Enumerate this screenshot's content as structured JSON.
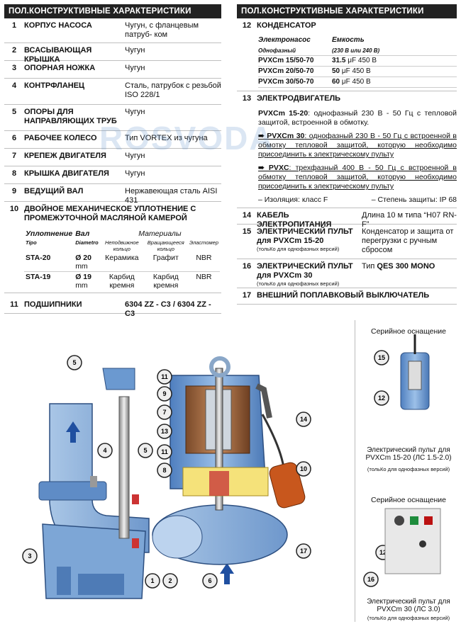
{
  "left": {
    "header_num": "ПОЛ.",
    "header_title": "КОНСТРУКТИВНЫЕ ХАРАКТЕРИСТИКИ",
    "rows": [
      {
        "n": "1",
        "t": "КОРПУС НАСОСА",
        "v": "Чугун, с фланцевым патруб- ком"
      },
      {
        "n": "2",
        "t": "ВСАСЫВАЮЩАЯ КРЫШКА",
        "v": "Чугун"
      },
      {
        "n": "3",
        "t": "ОПОРНАЯ НОЖКА",
        "v": "Чугун"
      },
      {
        "n": "4",
        "t": "КОНТРФЛАНЕЦ",
        "v": "Сталь, патрубок с резьбой ISO 228/1"
      },
      {
        "n": "5",
        "t": "ОПОРЫ ДЛЯ НАПРАВЛЯЮЩИХ ТРУБ",
        "v": "Чугун"
      },
      {
        "n": "6",
        "t": "РАБОЧЕЕ КОЛЕСО",
        "v": "Тип VORTEX из чугуна"
      },
      {
        "n": "7",
        "t": "КРЕПЕЖ ДВИГАТЕЛЯ",
        "v": "Чугун"
      },
      {
        "n": "8",
        "t": "КРЫШКА ДВИГАТЕЛЯ",
        "v": "Чугун"
      },
      {
        "n": "9",
        "t": "ВЕДУЩИЙ ВАЛ",
        "v": "Нержавеющая сталь AISI 431"
      }
    ],
    "row10": {
      "n": "10",
      "t": "ДВОЙНОЕ МЕХАНИЧЕСКОЕ УПЛОТНЕНИЕ С ПРОМЕЖУТОЧНОЙ МАСЛЯНОЙ КАМЕРОЙ",
      "h_seal": "Уплотнение",
      "h_shaft": "Вал",
      "h_mat": "Материалы",
      "h_tipo": "Tipo",
      "h_diam": "Diametro",
      "h_fixed": "Неподвижное кольцо",
      "h_rot": "Вращающееся кольцо",
      "h_elast": "Эластомер",
      "rows": [
        {
          "tipo": "STA-20",
          "diam": "Ø 20",
          "unit": "mm",
          "fixed": "Керамика",
          "rot": "Графит",
          "elast": "NBR"
        },
        {
          "tipo": "STA-19",
          "diam": "Ø 19",
          "unit": "mm",
          "fixed": "Карбид кремня",
          "rot": "Карбид кремня",
          "elast": "NBR"
        }
      ]
    },
    "row11": {
      "n": "11",
      "t": "ПОДШИПНИКИ",
      "v": "6304 ZZ - C3 / 6304 ZZ - C3"
    }
  },
  "right": {
    "header_num": "ПОЛ.",
    "header_title": "КОНСТРУКТИВНЫЕ ХАРАКТЕРИСТИКИ",
    "row12": {
      "n": "12",
      "t": "КОНДЕНСАТОР",
      "h_pump": "Электронасос",
      "h_cap": "Емкость",
      "h_single": "Однофазный",
      "h_volt": "(230 В или 240 В)",
      "rows": [
        {
          "model": "PVXCm 15/50-70",
          "val": "31.5",
          "unit": " μF 450 В"
        },
        {
          "model": "PVXCm 20/50-70",
          "val": "50",
          "unit": " μF 450 В"
        },
        {
          "model": "PVXCm 30/50-70",
          "val": "60",
          "unit": " μF 450 В"
        }
      ]
    },
    "row13": {
      "n": "13",
      "t": "ЭЛЕКТРОДВИГАТЕЛЬ",
      "p1_b": "PVXCm 15-20",
      "p1": ": однофазный 230 В - 50 Гц с тепловой защитой, встроенной в обмотку.",
      "p2_b": "➠ PVXCm 30",
      "p2": ": однофазный 230 В - 50 Гц с встроенной в обмотку тепловой защитой, которую необходимо присоединить к электрическому пульту",
      "p3_b": "➠ PVXC",
      "p3": ": трехфазный 400 В - 50 Гц с встроенной в обмотку тепловой защитой, которую необходимо присоединить к электрическому пульту",
      "iso": "– Изоляция: класс F",
      "ip": "– Степень защиты: IP 68"
    },
    "row14": {
      "n": "14",
      "t": "КАБЕЛЬ ЭЛЕКТРОПИТАНИЯ",
      "v": "Длина 10 м типа “H07 RN-F”"
    },
    "row15": {
      "n": "15",
      "t": "ЭЛЕКТРИЧЕСКИЙ ПУЛЬТ для PVXCm 15-20",
      "note": "(тольКо для однофазных версий)",
      "v": "Конденсатор и защита от перегрузки с ручным сбросом"
    },
    "row16": {
      "n": "16",
      "t": "ЭЛЕКТРИЧЕСКИЙ ПУЛЬТ для PVXCm 30",
      "note": "(тольКо для однофазных версий)",
      "v_pre": "Тип ",
      "v_b": "QES 300 MONO"
    },
    "row17": {
      "n": "17",
      "t": "ВНЕШНИЙ ПОПЛАВКОВЫЙ ВЫКЛЮЧАТЕЛЬ"
    }
  },
  "watermark": "ROSVODA",
  "serial1": {
    "title": "Серийное оснащение",
    "cap1": "Электрический пульт для PVXCm 15-20 (ЛС 1.5-2.0)",
    "cap2": "(тольКо для однофазных версий)"
  },
  "serial2": {
    "title": "Серийное оснащение",
    "cap1": "Электрический пульт для PVXCm 30 (ЛС 3.0)",
    "cap2": "(тольКо для однофазных версий)"
  },
  "callouts": [
    "1",
    "2",
    "3",
    "4",
    "5",
    "5",
    "6",
    "7",
    "8",
    "9",
    "10",
    "11",
    "11",
    "12",
    "12",
    "13",
    "14",
    "15",
    "16",
    "17"
  ]
}
